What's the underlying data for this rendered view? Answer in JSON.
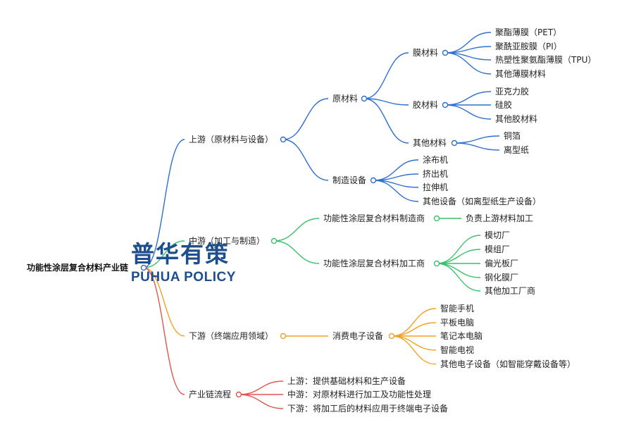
{
  "root": {
    "label": "功能性涂层复合材料产业链"
  },
  "upstream": {
    "label": "上游（原材料与设备）",
    "raw": {
      "label": "原材料",
      "film": {
        "label": "膜材料",
        "items": [
          "聚酯薄膜（PET）",
          "聚酰亚胺膜（PI）",
          "热塑性聚氨酯薄膜（TPU）",
          "其他薄膜材料"
        ]
      },
      "glue": {
        "label": "胶材料",
        "items": [
          "亚克力胶",
          "硅胶",
          "其他胶材料"
        ]
      },
      "other": {
        "label": "其他材料",
        "items": [
          "铜箔",
          "离型纸"
        ]
      }
    },
    "equip": {
      "label": "制造设备",
      "items": [
        "涂布机",
        "挤出机",
        "拉伸机",
        "其他设备（如离型纸生产设备）"
      ]
    }
  },
  "midstream": {
    "label": "中游（加工与制造）",
    "maker": {
      "label": "功能性涂层复合材料制造商",
      "items": [
        "负责上游材料加工"
      ]
    },
    "processor": {
      "label": "功能性涂层复合材料加工商",
      "items": [
        "模切厂",
        "模组厂",
        "偏光板厂",
        "钢化膜厂",
        "其他加工厂商"
      ]
    }
  },
  "downstream": {
    "label": "下游（终端应用领域）",
    "consumer": {
      "label": "消费电子设备",
      "items": [
        "智能手机",
        "平板电脑",
        "笔记本电脑",
        "智能电视",
        "其他电子设备（如智能穿戴设备等）"
      ]
    }
  },
  "flow": {
    "label": "产业链流程",
    "items": [
      "上游：提供基础材料和生产设备",
      "中游：对原材料进行加工及功能性处理",
      "下游：将加工后的材料应用于终端电子设备"
    ]
  },
  "watermark": {
    "cn": "普华有策",
    "en": "PUHUA POLICY"
  },
  "colors": {
    "upstream": "#2f6fd0",
    "midstream": "#39c16c",
    "downstream": "#f2a222",
    "flow": "#e0564b"
  }
}
